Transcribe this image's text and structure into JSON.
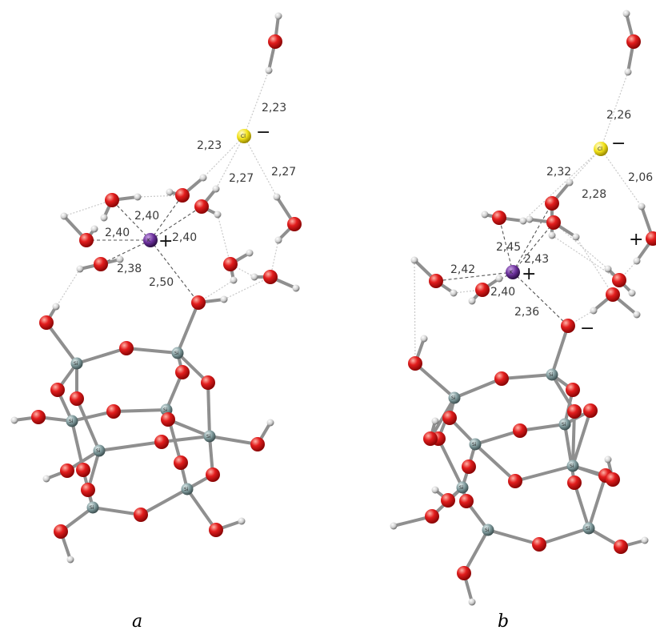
{
  "colors": {
    "oxygen": "#e21d1d",
    "hydrogen": "#d4d4d4",
    "silicon": "#7f9a9c",
    "chlorine": "#f2e21b",
    "potassium": "#6a2f9a"
  },
  "panels": [
    {
      "caption": "a",
      "central_ion": {
        "label": "K",
        "charge": "+"
      },
      "anion": {
        "label": "Cl",
        "charge": "−"
      },
      "distances": [
        "2,23",
        "2,23",
        "2,27",
        "2,27",
        "2,40",
        "2,40",
        "2,40",
        "2,38",
        "2,50"
      ]
    },
    {
      "caption": "b",
      "central_ion": {
        "label": "K",
        "charge": "+"
      },
      "anion": {
        "label": "Cl",
        "charge": "−"
      },
      "extra_charges": [
        "+",
        "−"
      ],
      "distances": [
        "2,26",
        "2,32",
        "2,28",
        "2,06",
        "2,45",
        "2,43",
        "2,42",
        "2,40",
        "2,36"
      ]
    }
  ]
}
